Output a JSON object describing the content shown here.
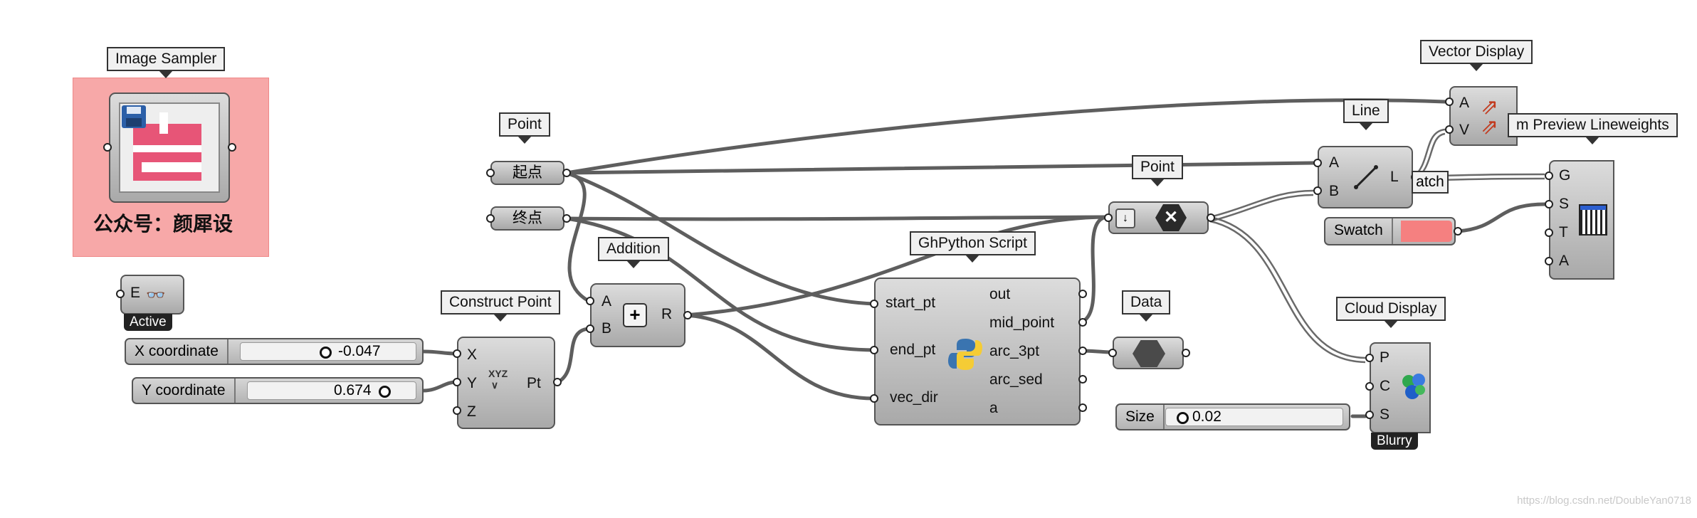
{
  "canvas": {
    "watermark": "https://blog.csdn.net/DoubleYan0718"
  },
  "components": {
    "image_sampler": {
      "title": "Image Sampler",
      "caption": "公众号：颜犀设"
    },
    "point_param": {
      "title": "Point",
      "items": [
        "起点",
        "终点"
      ]
    },
    "active_display": {
      "input": "E",
      "badge": "Active"
    },
    "x_slider": {
      "name": "X coordinate",
      "value": "-0.047"
    },
    "y_slider": {
      "name": "Y coordinate",
      "value": "0.674"
    },
    "construct_point": {
      "title": "Construct Point",
      "inputs": [
        "X",
        "Y",
        "Z"
      ],
      "output": "Pt"
    },
    "addition": {
      "title": "Addition",
      "inputs": [
        "A",
        "B"
      ],
      "output": "R"
    },
    "ghpython": {
      "title": "GhPython Script",
      "inputs": [
        "start_pt",
        "end_pt",
        "vec_dir"
      ],
      "outputs": [
        "out",
        "mid_point",
        "arc_3pt",
        "arc_sed",
        "a"
      ]
    },
    "point_out": {
      "title": "Point"
    },
    "data": {
      "title": "Data"
    },
    "line": {
      "title": "Line",
      "inputs": [
        "A",
        "B"
      ],
      "output": "L"
    },
    "vector_display": {
      "title": "Vector Display",
      "inputs": [
        "A",
        "V"
      ]
    },
    "preview": {
      "title": "m Preview Lineweights",
      "inputs": [
        "G",
        "S",
        "T",
        "A"
      ]
    },
    "swatch": {
      "name": "Swatch",
      "color": "#f58080",
      "overlap_text": "atch"
    },
    "cloud_display": {
      "title": "Cloud Display",
      "inputs": [
        "P",
        "C",
        "S"
      ],
      "badge": "Blurry"
    },
    "size_slider": {
      "name": "Size",
      "value": "0.02"
    }
  }
}
